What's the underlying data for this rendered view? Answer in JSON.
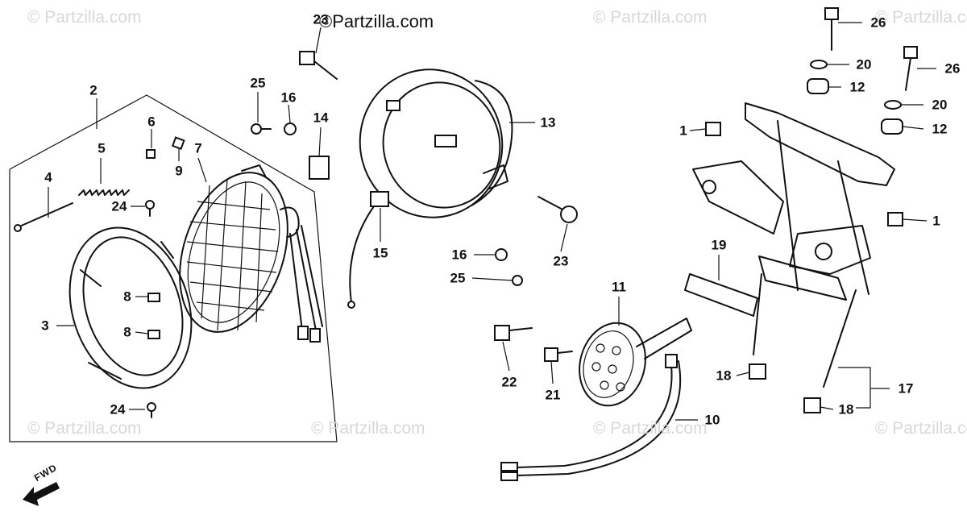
{
  "site_title": "©Partzilla.com",
  "watermark_text": "© Partzilla.com",
  "fwd_label": "FWD",
  "callouts": {
    "c1a": "1",
    "c1b": "1",
    "c2": "2",
    "c3": "3",
    "c4": "4",
    "c5": "5",
    "c6": "6",
    "c7": "7",
    "c8a": "8",
    "c8b": "8",
    "c9": "9",
    "c10": "10",
    "c11": "11",
    "c12a": "12",
    "c12b": "12",
    "c13": "13",
    "c14": "14",
    "c15": "15",
    "c16a": "16",
    "c16b": "16",
    "c17": "17",
    "c18a": "18",
    "c18b": "18",
    "c19": "19",
    "c20a": "20",
    "c20b": "20",
    "c21": "21",
    "c22": "22",
    "c23a": "23",
    "c23b": "23",
    "c24a": "24",
    "c24b": "24",
    "c25a": "25",
    "c25b": "25",
    "c26a": "26",
    "c26b": "26"
  }
}
